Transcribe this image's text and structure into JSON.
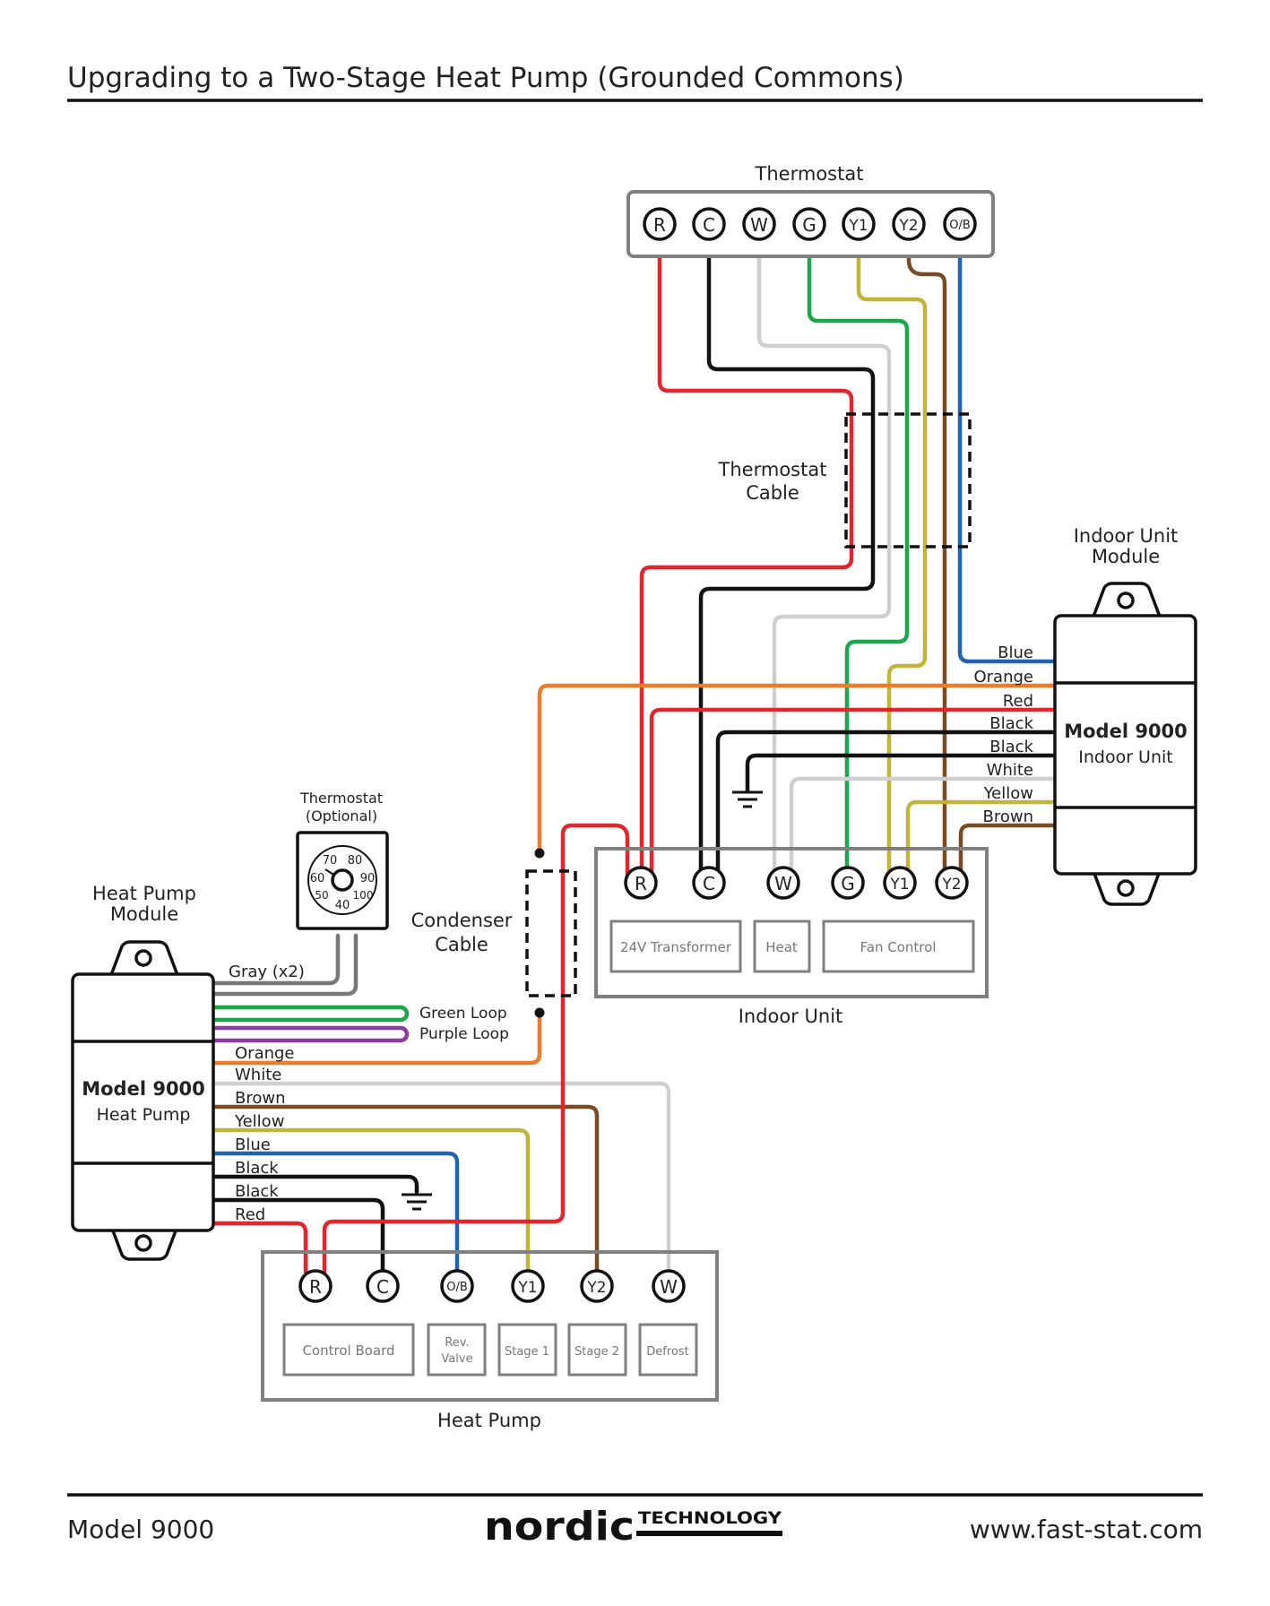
{
  "header": {
    "title": "Upgrading to a Two-Stage Heat Pump (Grounded Commons)"
  },
  "footer": {
    "model": "Model 9000",
    "logo_word": "nordic",
    "logo_tag": "TECHNOLOGY",
    "url": "www.fast-stat.com"
  },
  "colors": {
    "red": "#e3262b",
    "black": "#111111",
    "white_wire": "#cfcfcf",
    "green": "#1aa64b",
    "yellow": "#c2b43a",
    "brown": "#7a4a22",
    "blue": "#1f64b0",
    "orange": "#ee7a2a",
    "gray": "#777777",
    "purple": "#8a3aa0",
    "box_stroke": "#808080"
  },
  "thermostat": {
    "title": "Thermostat",
    "terminals": [
      "R",
      "C",
      "W",
      "G",
      "Y1",
      "Y2",
      "O/B"
    ]
  },
  "thermostat_cable": {
    "line1": "Thermostat",
    "line2": "Cable"
  },
  "indoor_module": {
    "title_line1": "Indoor Unit",
    "title_line2": "Module",
    "model": "Model 9000",
    "subtitle": "Indoor Unit",
    "wire_labels": [
      "Blue",
      "Orange",
      "Red",
      "Black",
      "Black",
      "White",
      "Yellow",
      "Brown"
    ]
  },
  "indoor_unit": {
    "title": "Indoor Unit",
    "terminals": [
      "R",
      "C",
      "W",
      "G",
      "Y1",
      "Y2"
    ],
    "boxes": [
      "24V Transformer",
      "Heat",
      "Fan Control"
    ]
  },
  "condenser_cable": {
    "line1": "Condenser",
    "line2": "Cable"
  },
  "optional_thermostat": {
    "line1": "Thermostat",
    "line2": "(Optional)",
    "dial": [
      "70",
      "80",
      "60",
      "90",
      "50",
      "100",
      "40"
    ]
  },
  "heatpump_module": {
    "title_line1": "Heat Pump",
    "title_line2": "Module",
    "model": "Model 9000",
    "subtitle": "Heat Pump",
    "gray_label": "Gray (x2)",
    "green_loop": "Green Loop",
    "purple_loop": "Purple Loop",
    "wire_labels": [
      "Orange",
      "White",
      "Brown",
      "Yellow",
      "Blue",
      "Black",
      "Black",
      "Red"
    ]
  },
  "heat_pump": {
    "title": "Heat Pump",
    "terminals": [
      "R",
      "C",
      "O/B",
      "Y1",
      "Y2",
      "W"
    ],
    "boxes": [
      "Control Board",
      "Rev.",
      "Valve",
      "Stage 1",
      "Stage 2",
      "Defrost"
    ]
  }
}
